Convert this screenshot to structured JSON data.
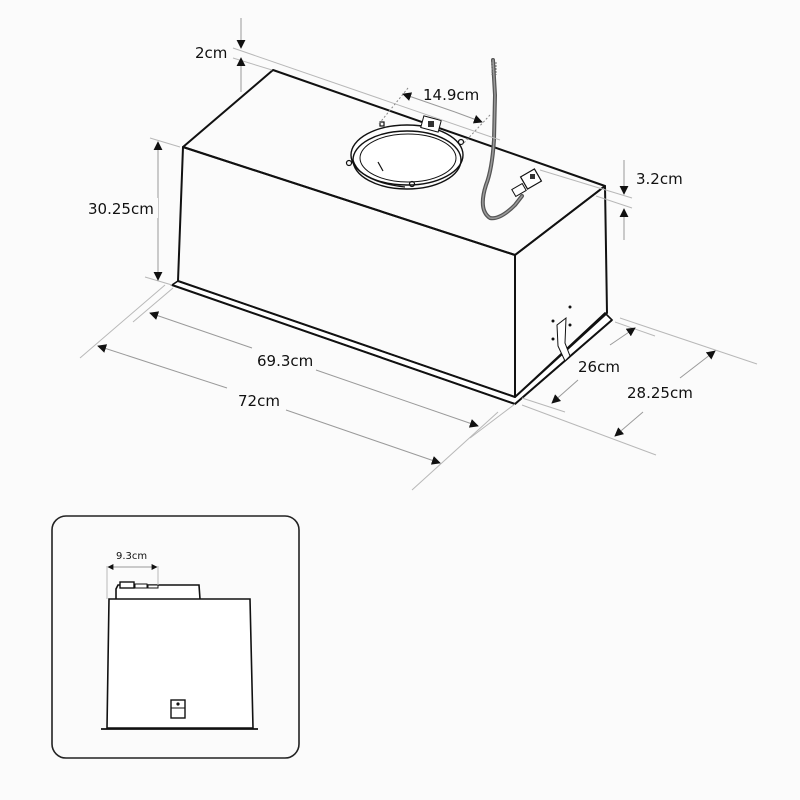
{
  "diagram": {
    "subject": "built-in cooker hood dimensions",
    "colors": {
      "line": "#111111",
      "dimension_line": "#9a9a9a",
      "background": "#fbfbfb",
      "cable": "#555555"
    },
    "main_view": {
      "dimensions": {
        "top_flange": "2cm",
        "duct_collar_diameter": "14.9cm",
        "side_offset": "3.2cm",
        "height": "30.25cm",
        "inner_width": "69.3cm",
        "outer_width": "72cm",
        "inner_depth": "26cm",
        "outer_depth": "28.25cm"
      }
    },
    "inset_view": {
      "dimensions": {
        "collar_offset": "9.3cm"
      }
    }
  }
}
